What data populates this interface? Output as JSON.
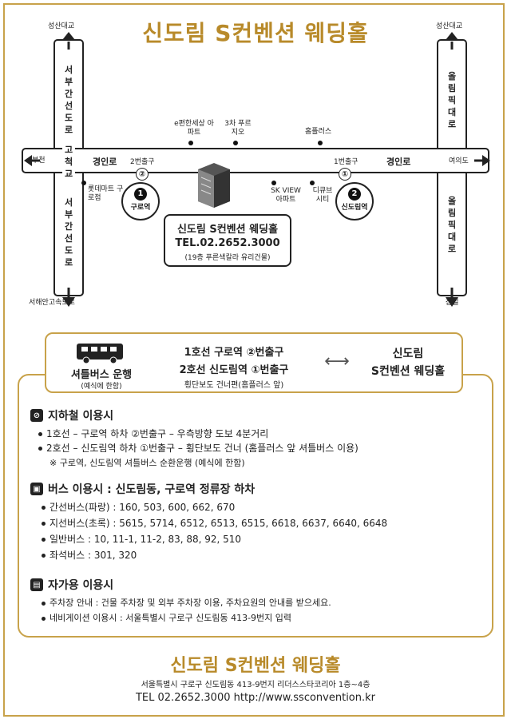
{
  "title": "신도림 S컨벤션 웨딩홀",
  "map": {
    "left_top": "성산대교",
    "left_road": "서부간선도로",
    "left_cross": "고척교",
    "left_arrow": "부천",
    "left_bottom": "서해안고속도로",
    "right_top": "성산대교",
    "right_road_top": "올림픽대로",
    "right_arrow": "여의도",
    "right_road_bottom": "올림픽대로",
    "right_bottom": "잠실",
    "main_road_left": "경인로",
    "main_road_right": "경인로",
    "exit2": "2번출구",
    "exit1": "1번출구",
    "exit2_num": "②",
    "exit1_num": "①",
    "lotte": "롯데마트 구로점",
    "epyeon": "e편한세상 아파트",
    "prugio": "3차 푸르지오",
    "homeplus": "홈플러스",
    "skview": "SK VIEW 아파트",
    "dcube": "디큐브 시티",
    "guro_num": "1",
    "guro_name": "구로역",
    "sindorim_num": "2",
    "sindorim_name": "신도림역",
    "venue_name": "신도림 S컨벤션 웨딩홀",
    "venue_tel": "TEL.02.2652.3000",
    "venue_note": "(19층 푸른색칼라 유리건물)"
  },
  "shuttle": {
    "label": "셔틀버스 운행",
    "sub": "(예식에 한함)",
    "line1": "1호선 구로역 ②번출구",
    "line2": "2호선 신도림역 ①번출구",
    "line3": "횡단보도 건너편(홈플러스 앞)",
    "arrow": "⟷",
    "dest1": "신도림",
    "dest2": "S컨벤션 웨딩홀"
  },
  "subway": {
    "head": "지하철 이용시",
    "items": [
      "1호선 – 구로역 하차 ②번출구 – 우측방향 도보 4분거리",
      "2호선 – 신도림역 하차 ①번출구 – 횡단보도 건너 (홈플러스 앞 셔틀버스 이용)"
    ],
    "note": "※ 구로역, 신도림역 셔틀버스 순환운행 (예식에 한함)"
  },
  "bus": {
    "head": "버스 이용시 : 신도림동, 구로역 정류장 하차",
    "items": [
      "간선버스(파랑) : 160, 503, 600, 662, 670",
      "지선버스(초록) : 5615, 5714, 6512, 6513, 6515, 6618, 6637, 6640, 6648",
      "일반버스 : 10, 11-1, 11-2, 83, 88, 92, 510",
      "좌석버스 : 301, 320"
    ]
  },
  "car": {
    "head": "자가용 이용시",
    "items": [
      "주차장 안내 : 건물 주차장 및 외부 주차장 이용, 주차요원의 안내를 받으세요.",
      "네비게이션 이용시 : 서울특별시 구로구 신도림동 413-9번지 입력"
    ]
  },
  "footer": {
    "title": "신도림 S컨벤션 웨딩홀",
    "address": "서울특별시 구로구 신도림동 413-9번지 리더스스타코리아 1층~4층",
    "tel": "TEL 02.2652.3000  http://www.ssconvention.kr"
  },
  "colors": {
    "gold": "#b88a2a",
    "border": "#c8a24a",
    "road": "#ffffff",
    "road_edge": "#222222"
  }
}
